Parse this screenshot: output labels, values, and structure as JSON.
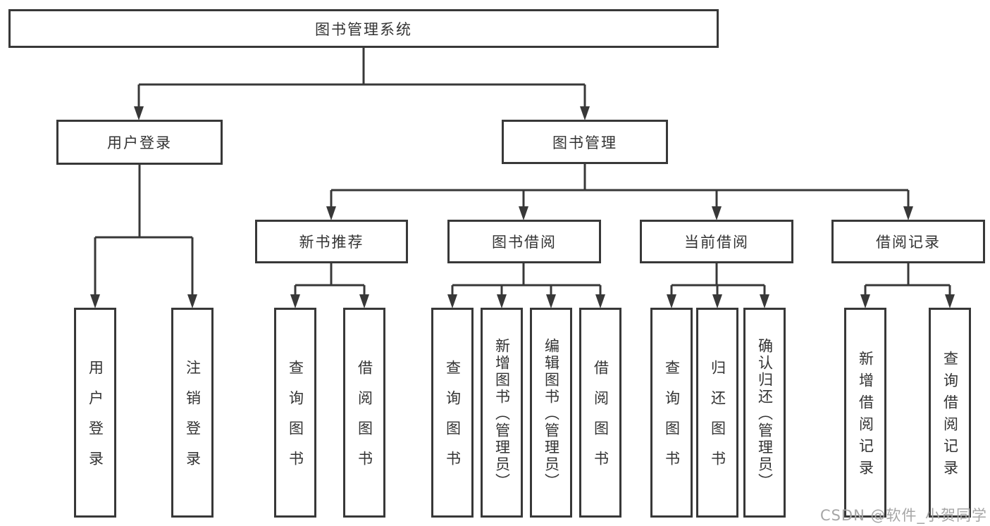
{
  "colors": {
    "line": "#383838",
    "text": "#333333",
    "background": "#ffffff",
    "watermark": "#a6a6a6"
  },
  "watermark": "CSDN @软件_小贺同学",
  "nodes": {
    "root": {
      "label": "图书管理系统"
    },
    "user_login": {
      "label": "用户登录"
    },
    "book_mgmt": {
      "label": "图书管理"
    },
    "new_books": {
      "label": "新书推荐"
    },
    "book_borrow": {
      "label": "图书借阅"
    },
    "current_borrow": {
      "label": "当前借阅"
    },
    "borrow_records": {
      "label": "借阅记录"
    },
    "leaves": {
      "user_login": [
        "用户登录",
        "注销登录"
      ],
      "new_books": [
        "查询图书",
        "借阅图书"
      ],
      "book_borrow": [
        "查询图书",
        "新增图书（管理员）",
        "编辑图书（管理员）",
        "借阅图书"
      ],
      "current_borrow": [
        "查询图书",
        "归还图书",
        "确认归还（管理员）"
      ],
      "borrow_records": [
        "新增借阅记录",
        "查询借阅记录"
      ]
    }
  }
}
